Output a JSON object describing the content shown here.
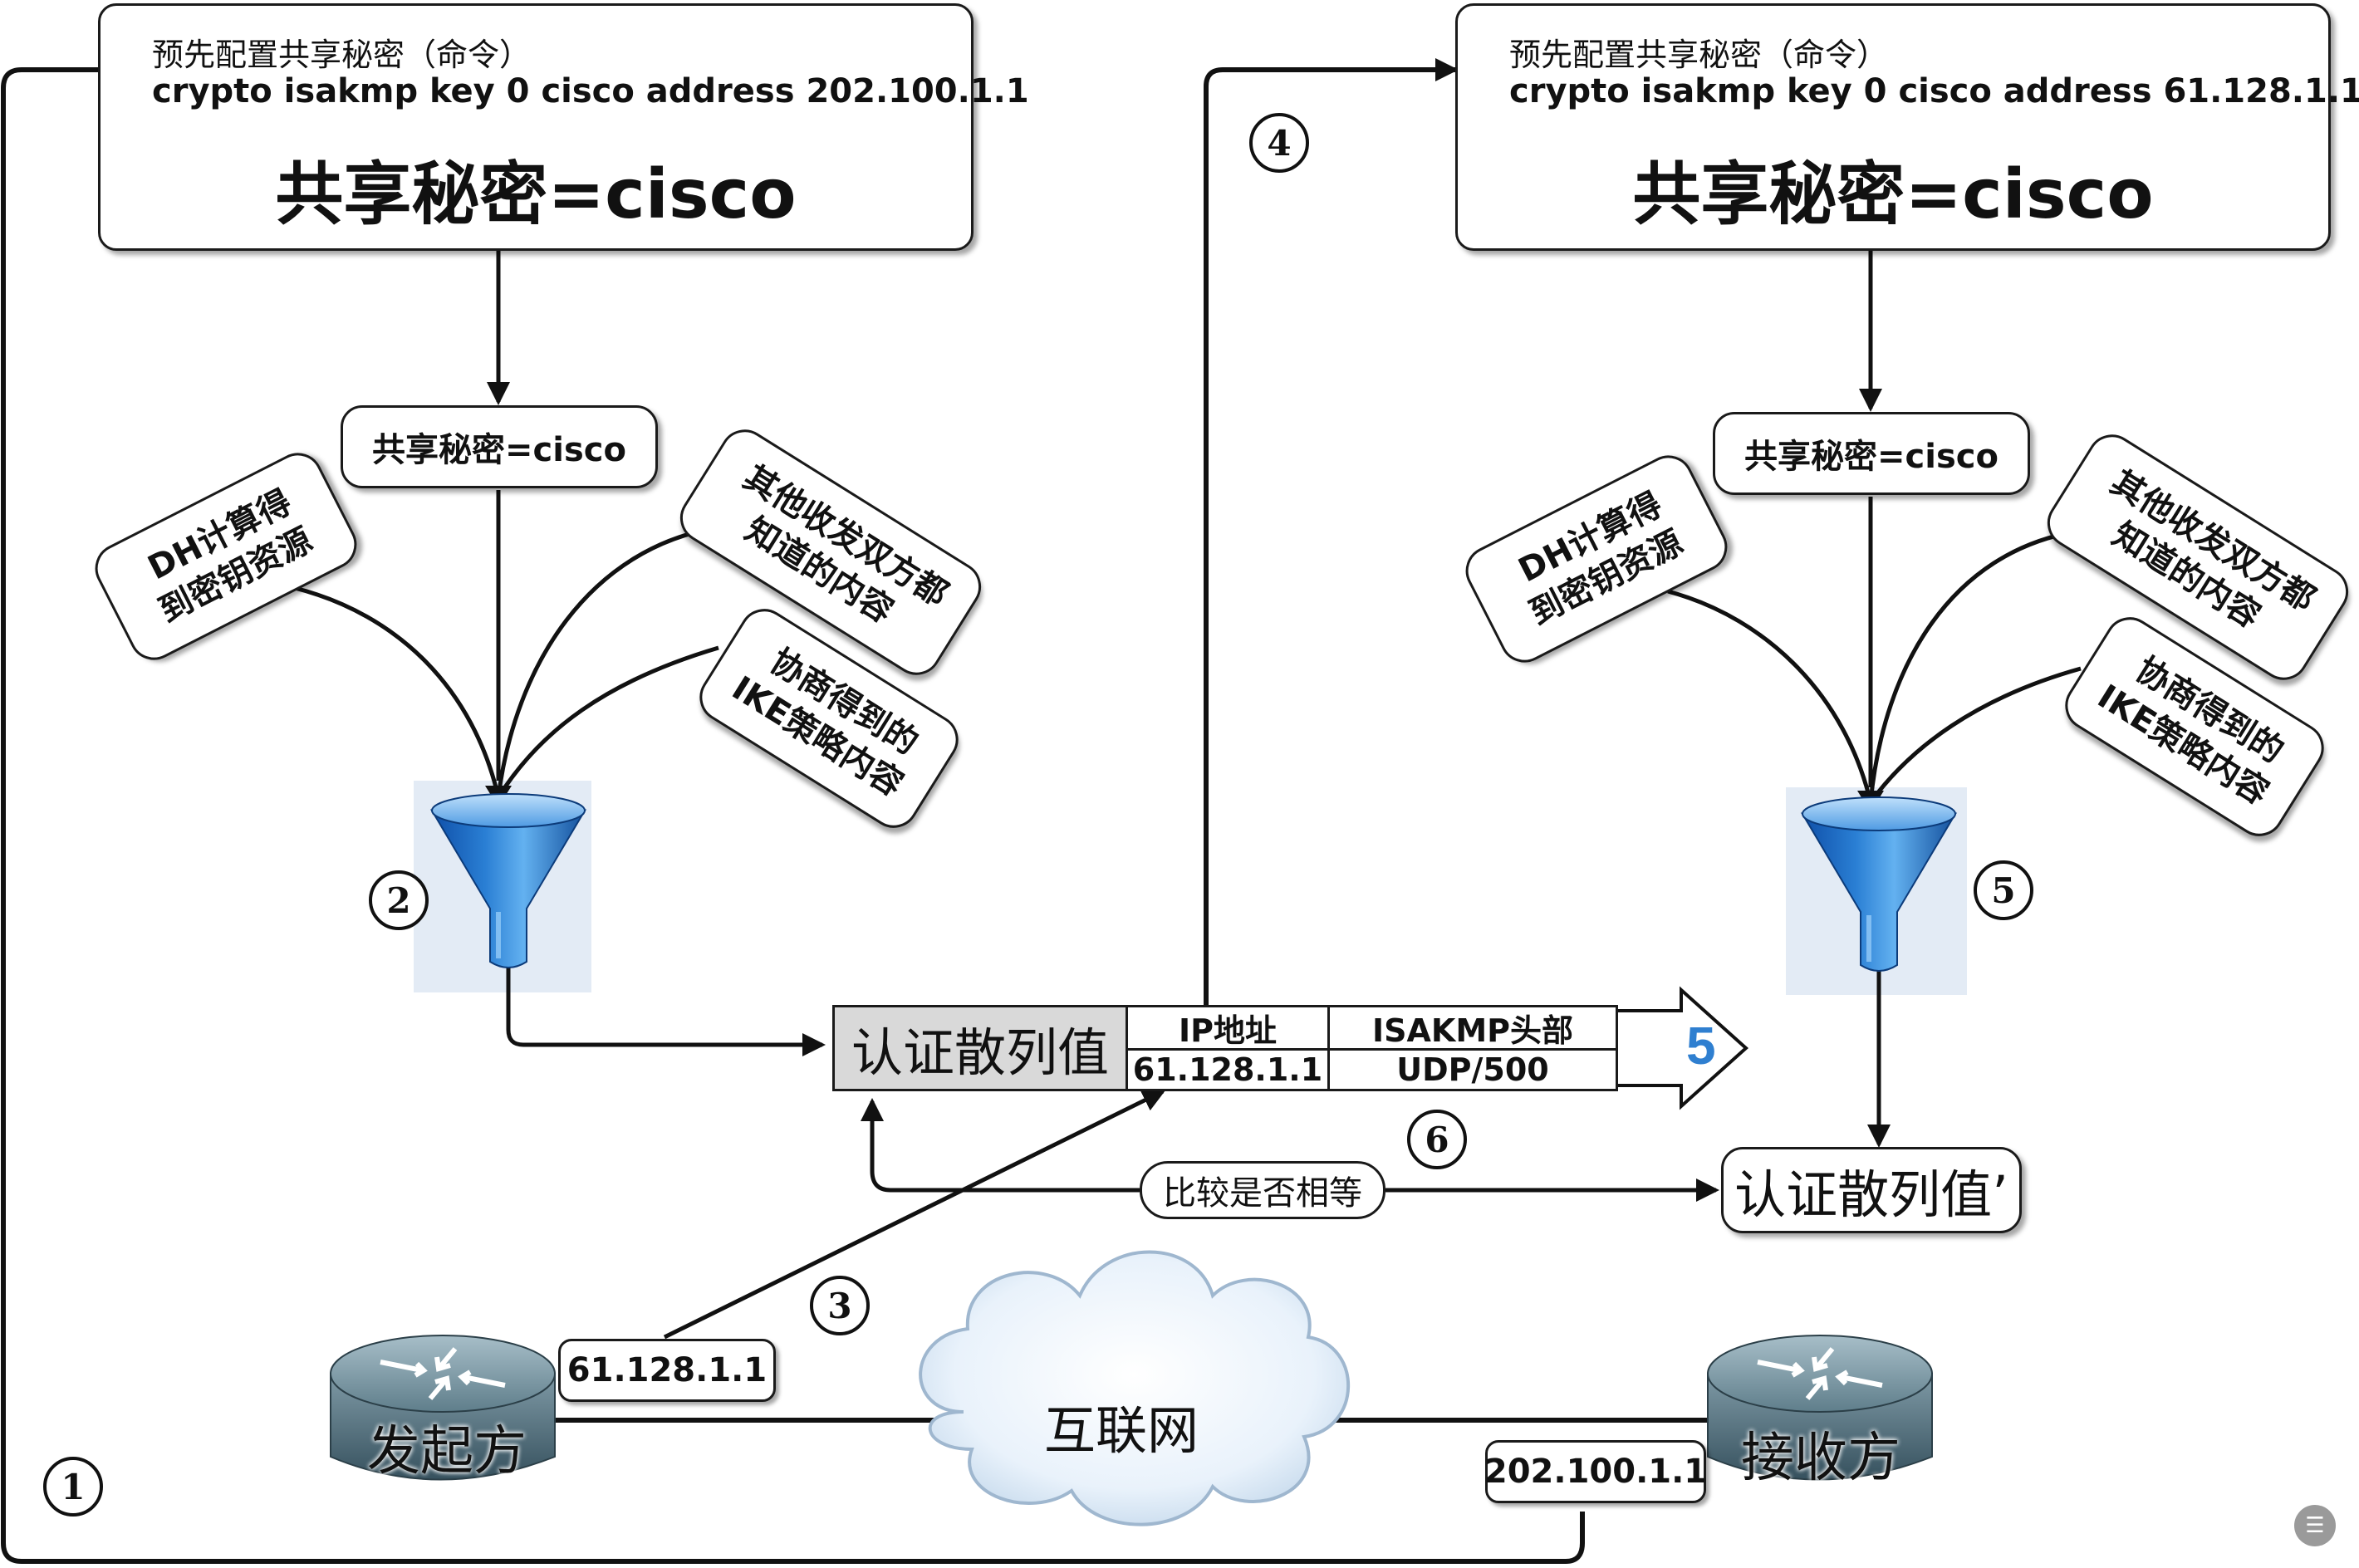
{
  "left": {
    "caption": "预先配置共享秘密（命令）",
    "command": "crypto isakmp key 0 cisco address 202.100.1.1",
    "shared_secret_big": "共享秘密=cisco",
    "shared_secret_small": "共享秘密=cisco",
    "dh_line1": "DH计算得",
    "dh_line2": "到密钥资源",
    "other_line1": "其他收发双方都",
    "other_line2": "知道的内容",
    "ike_line1": "协商得到的",
    "ike_line2": "IKE策略内容"
  },
  "right": {
    "caption": "预先配置共享秘密（命令）",
    "command": "crypto isakmp key 0 cisco address 61.128.1.1",
    "shared_secret_big": "共享秘密=cisco",
    "shared_secret_small": "共享秘密=cisco",
    "dh_line1": "DH计算得",
    "dh_line2": "到密钥资源",
    "other_line1": "其他收发双方都",
    "other_line2": "知道的内容",
    "ike_line1": "协商得到的",
    "ike_line2": "IKE策略内容"
  },
  "packet": {
    "hash": "认证散列值",
    "ip_header": "IP地址",
    "ip_value": "61.128.1.1",
    "isakmp_header": "ISAKMP头部",
    "udp_value": "UDP/500",
    "arrow_number": "5"
  },
  "hash_prime": "认证散列值’",
  "compare": "比较是否相等",
  "steps": [
    "1",
    "2",
    "3",
    "4",
    "5",
    "6"
  ],
  "network": {
    "cloud": "互联网",
    "initiator": "发起方",
    "responder": "接收方",
    "initiator_ip": "61.128.1.1",
    "responder_ip": "202.100.1.1"
  },
  "colors": {
    "funnel_blue": "#2a7fd4",
    "funnel_bg": "#e3ebf5",
    "router": "#4e6f7d",
    "cloud": "#e8f1fa",
    "arrow_number": "#2f7fd0"
  },
  "icons": [
    "funnel-icon",
    "router-icon",
    "cloud-icon"
  ]
}
